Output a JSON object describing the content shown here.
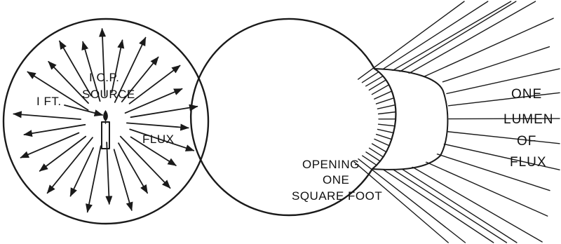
{
  "left_panel": {
    "source_label_1": "I C.P.",
    "source_label_2": "SOURCE",
    "distance_label": "I FT.",
    "flux_label": "FLUX"
  },
  "right_panel": {
    "opening_line_1": "OPENING",
    "opening_line_2": "ONE",
    "opening_line_3": "SQUARE FOOT",
    "lumen_line_1": "ONE",
    "lumen_line_2": "LUMEN",
    "lumen_line_3": "OF",
    "lumen_line_4": "FLUX"
  },
  "colors": {
    "ink": "#1a1a1a",
    "background": "#ffffff"
  }
}
